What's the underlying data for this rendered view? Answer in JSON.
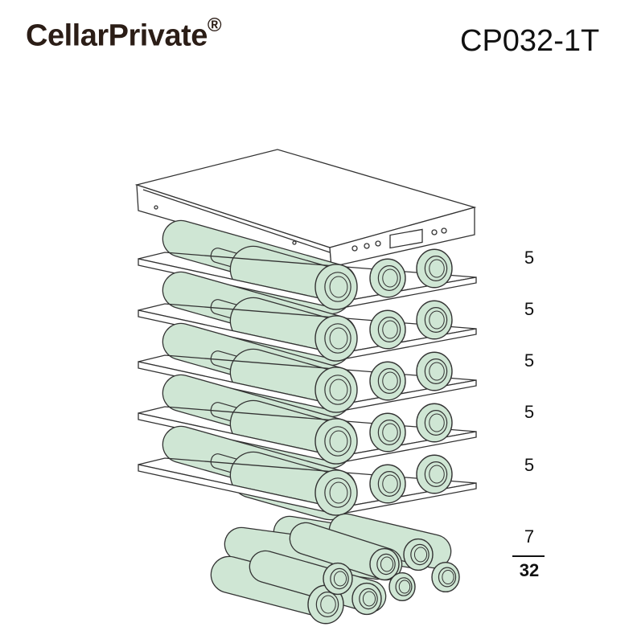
{
  "brand": {
    "name": "CellarPrivate",
    "mark": "®"
  },
  "model": "CP032-1T",
  "shelf_counts": [
    "5",
    "5",
    "5",
    "5",
    "5"
  ],
  "bottom_count": "7",
  "total": "32",
  "colors": {
    "bottle_fill": "#cfe6d4",
    "outline": "#333333",
    "background": "#ffffff"
  }
}
